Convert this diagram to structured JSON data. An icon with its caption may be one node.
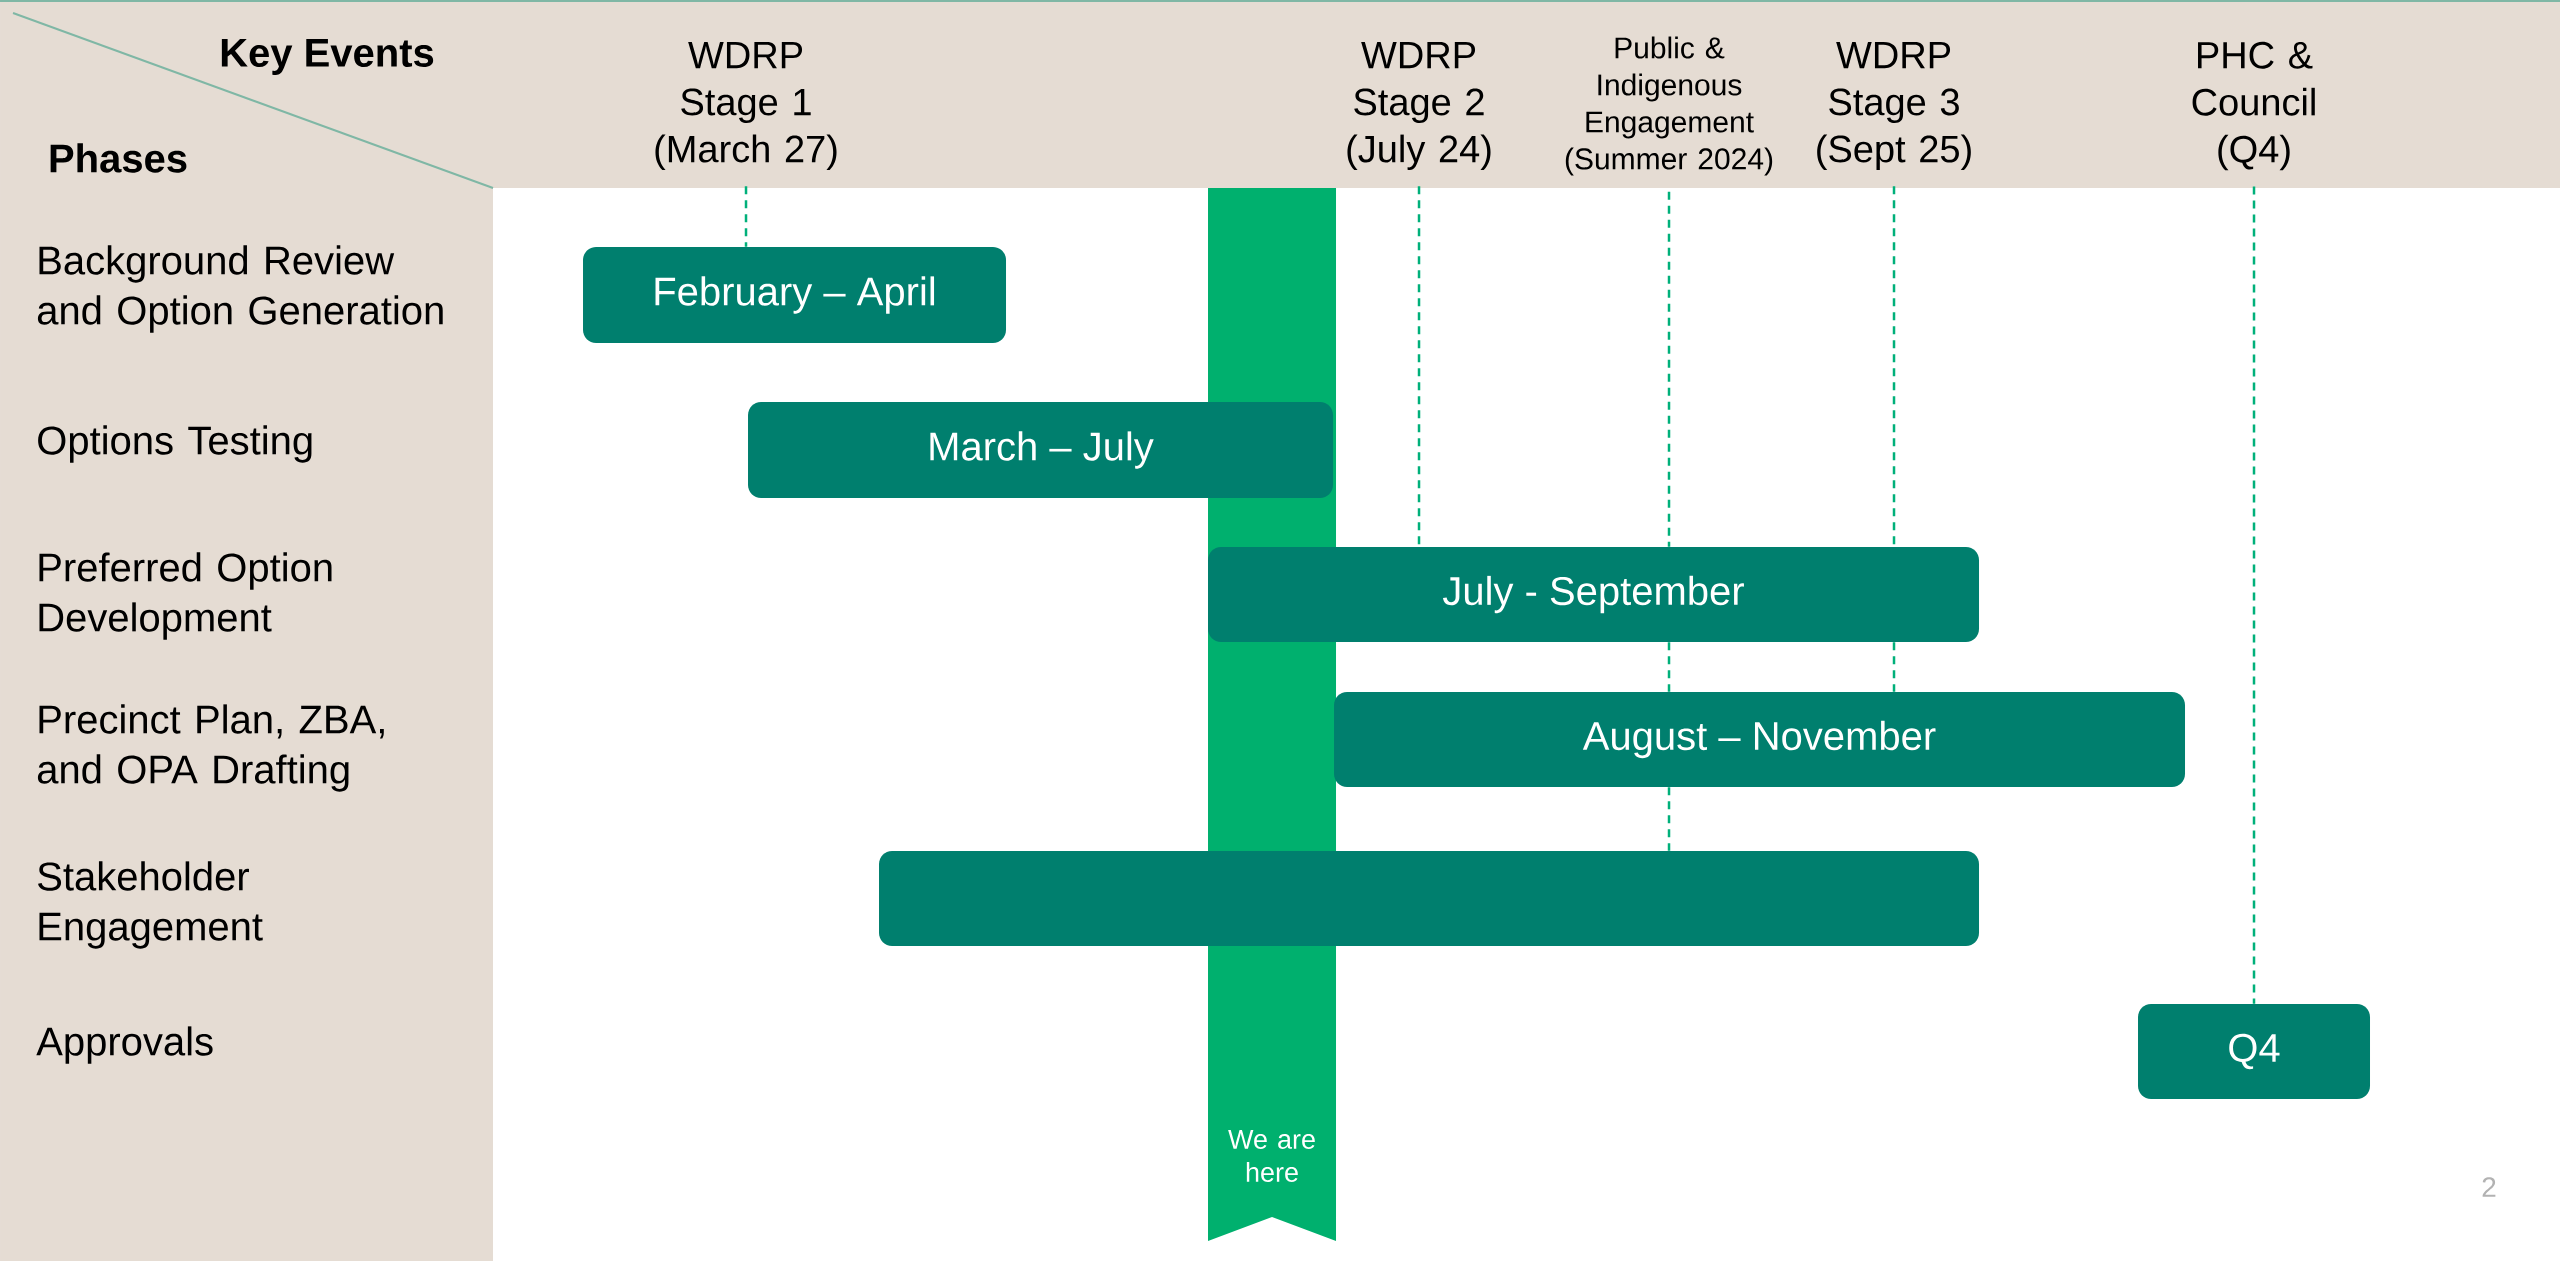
{
  "diagram": {
    "nodes": [
      {
        "text": [
          "WDRP Stage 1 (March 27)"
        ]
      },
      {
        "text": [
          "WDRP Stage 2 (July 24)"
        ]
      },
      {
        "text": [
          "Public & Indigenous Engagement (Summer 2024)"
        ]
      },
      {
        "text": [
          "WDRP Stage 3 (Sept 25)"
        ]
      },
      {
        "text": [
          "PHC & Council (Q4)"
        ]
      },
      {
        "text": [
          "February – April"
        ]
      },
      {
        "text": [
          "March – July"
        ]
      },
      {
        "text": [
          "July - September"
        ]
      },
      {
        "text": [
          "August – November"
        ]
      },
      {
        "text": [],
        "shape": "bar"
      },
      {
        "text": [
          "Q4"
        ]
      },
      {
        "text": [
          "We are here"
        ]
      }
    ],
    "edges": [
      {
        "from": 0,
        "to": 5,
        "arrow": "none",
        "style": "dashed"
      },
      {
        "from": 1,
        "to": 7,
        "arrow": "none",
        "style": "dashed"
      },
      {
        "from": 2,
        "to": 7,
        "arrow": "none",
        "style": "dashed"
      },
      {
        "from": 7,
        "to": 8,
        "arrow": "none",
        "style": "dashed"
      },
      {
        "from": 8,
        "to": 9,
        "arrow": "none",
        "style": "dashed"
      },
      {
        "from": 3,
        "to": 7,
        "arrow": "none",
        "style": "dashed"
      },
      {
        "from": 7,
        "to": 8,
        "arrow": "none",
        "style": "dashed"
      },
      {
        "from": 4,
        "to": 10,
        "arrow": "none",
        "style": "dashed"
      }
    ],
    "labels": [
      "Key Events",
      "Phases",
      "Background Review and Option Generation",
      "Options Testing",
      "Preferred Option Development",
      "Precinct Plan, ZBA, and OPA Drafting",
      "Stakeholder Engagement",
      "Approvals",
      "2"
    ]
  }
}
